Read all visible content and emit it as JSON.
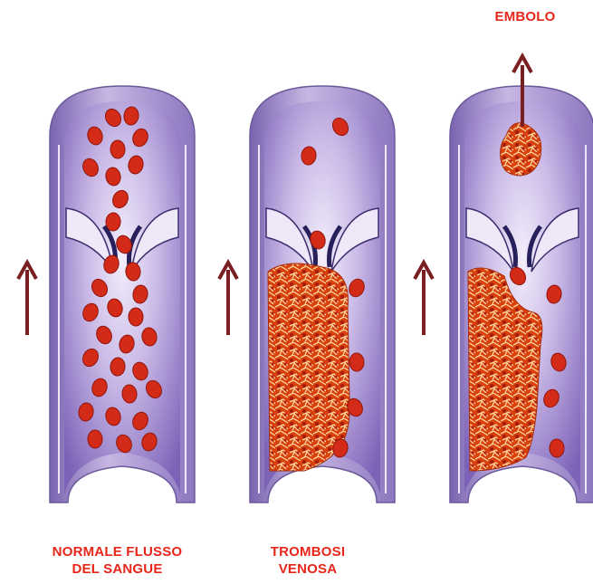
{
  "labels": {
    "normal": {
      "line1": "NORMALE FLUSSO",
      "line2": "DEL SANGUE"
    },
    "trombosi": {
      "line1": "TROMBOSI",
      "line2": "VENOSA"
    },
    "embolo": "EMBOLO"
  },
  "colors": {
    "label": "#e8261a",
    "arrow": "#7a1f22",
    "vein_wall": "#b7a2d6",
    "vein_lumen": "#dcd3f0",
    "blood_cell": "#d42a18",
    "thrombus": "#e04a12"
  },
  "panels": [
    {
      "name": "normal-flow",
      "has_thrombus": false,
      "has_embolus": false
    },
    {
      "name": "venous-thrombosis",
      "has_thrombus": true,
      "has_embolus": false
    },
    {
      "name": "embolus",
      "has_thrombus": true,
      "has_embolus": true
    }
  ]
}
